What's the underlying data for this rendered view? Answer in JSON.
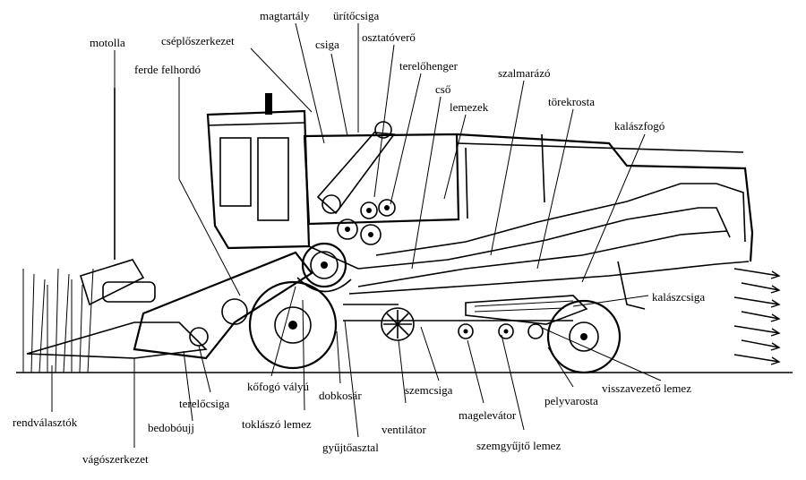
{
  "labels": {
    "motolla": "motolla",
    "ferde_felhordo": "ferde felhordó",
    "cseploszerkezet": "cséplőszerkezet",
    "magtartaly": "magtartály",
    "uritocsiga": "ürítőcsiga",
    "csiga": "csiga",
    "osztatovero": "osztatóverő",
    "terelohenger": "terelőhenger",
    "cso": "cső",
    "lemezek": "lemezek",
    "szalmarazo": "szalmarázó",
    "torekrosta": "törekrosta",
    "kalaszfogo": "kalászfogó",
    "kalaszcsiga": "kalászcsiga",
    "visszavezeto_lemez": "visszavezető lemez",
    "pelyvarosta": "pelyvarosta",
    "szemgyujto_lemez": "szemgyűjtő lemez",
    "magelevator": "magelevátor",
    "szemcsiga": "szemcsiga",
    "ventilator": "ventilátor",
    "gyujtoasztal": "gyűjtőasztal",
    "dobkosar": "dobkosár",
    "toklaszo_lemez": "toklászó lemez",
    "kofogo_valyu": "kőfogó vályú",
    "terelocsiga": "terelőcsiga",
    "bedobouji": "bedobóujj",
    "vagoszerkezet": "vágószerkezet",
    "rendvalasztok": "rendválasztók"
  }
}
